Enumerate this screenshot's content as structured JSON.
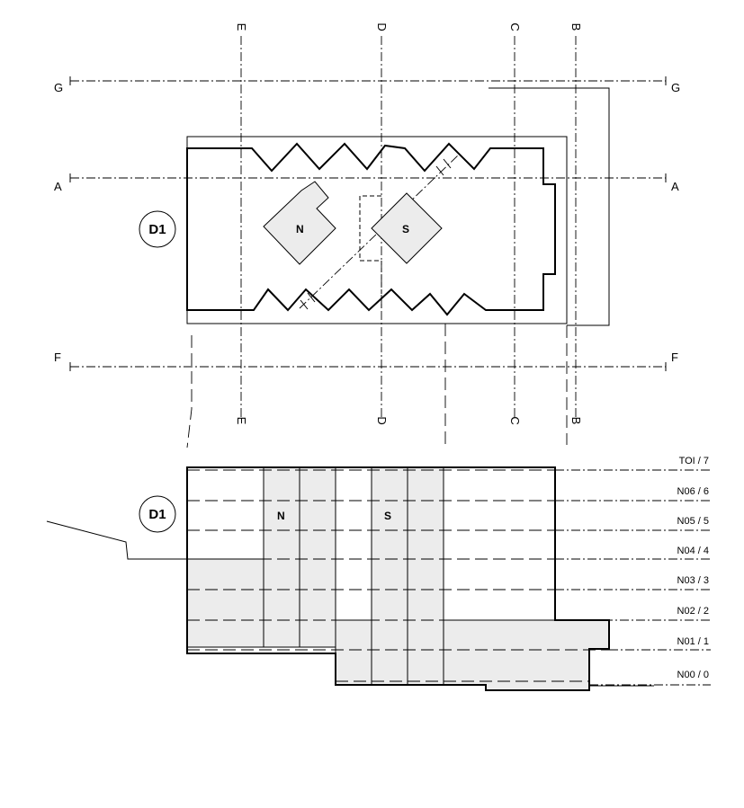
{
  "plan": {
    "axes_vertical": [
      "E",
      "D",
      "C",
      "B"
    ],
    "axes_horizontal": [
      "G",
      "A",
      "F"
    ],
    "building_tag": "D1",
    "blocks": [
      "N",
      "S"
    ]
  },
  "section": {
    "building_tag": "D1",
    "blocks": [
      "N",
      "S"
    ],
    "levels": [
      "TOI / 7",
      "N06 / 6",
      "N05 / 5",
      "N04 / 4",
      "N03 / 3",
      "N02 / 2",
      "N01 / 1",
      "N00 / 0"
    ]
  }
}
